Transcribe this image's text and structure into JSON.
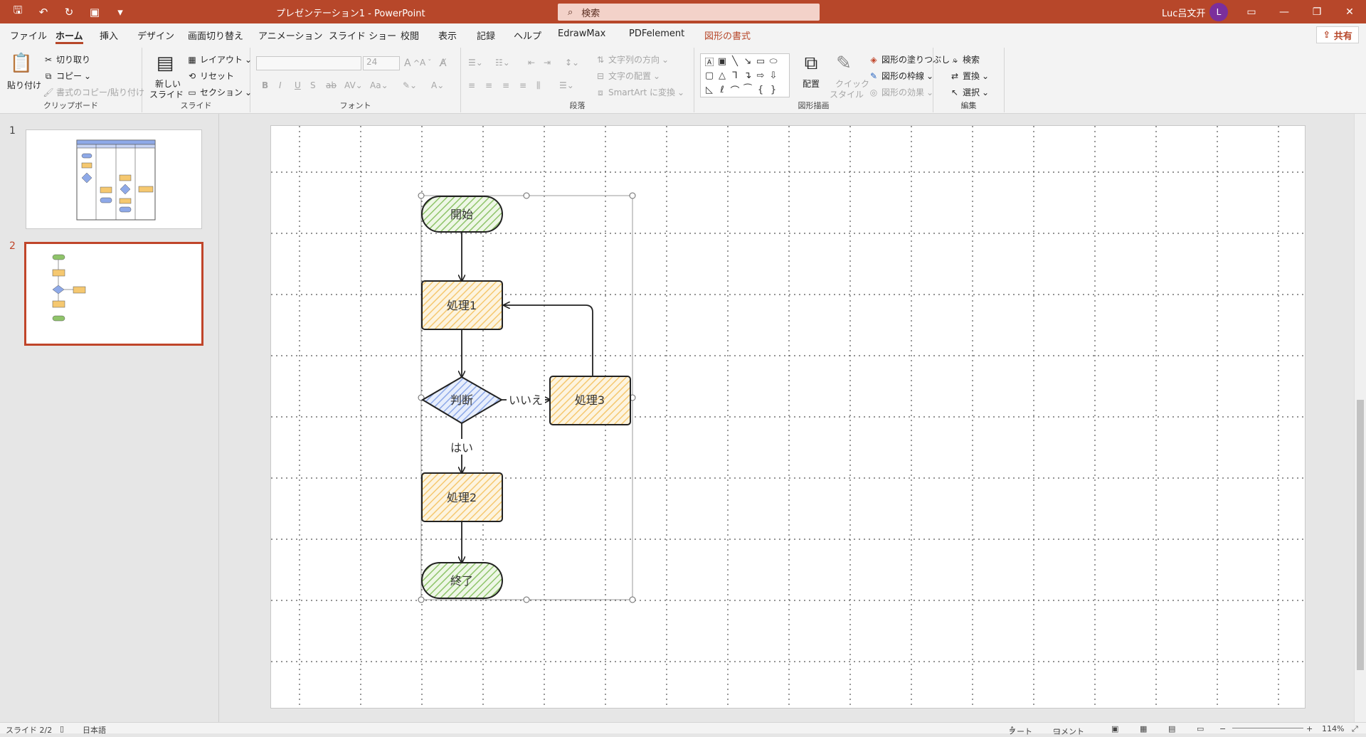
{
  "app": {
    "document_title": "プレゼンテーション1  -  PowerPoint",
    "search_placeholder": "検索",
    "user_name": "Luc吕文开",
    "user_initial": "L"
  },
  "tabs": [
    {
      "label": "ファイル"
    },
    {
      "label": "ホーム"
    },
    {
      "label": "挿入"
    },
    {
      "label": "デザイン"
    },
    {
      "label": "画面切り替え"
    },
    {
      "label": "アニメーション"
    },
    {
      "label": "スライド ショー"
    },
    {
      "label": "校閲"
    },
    {
      "label": "表示"
    },
    {
      "label": "記録"
    },
    {
      "label": "ヘルプ"
    },
    {
      "label": "EdrawMax"
    },
    {
      "label": "PDFelement"
    },
    {
      "label": "図形の書式"
    }
  ],
  "share_label": "共有",
  "ribbon": {
    "clipboard": {
      "paste": "貼り付け",
      "cut": "切り取り",
      "copy": "コピー",
      "format_painter": "書式のコピー/貼り付け",
      "group_label": "クリップボード"
    },
    "slides": {
      "new_slide_line1": "新しい",
      "new_slide_line2": "スライド",
      "layout": "レイアウト",
      "reset": "リセット",
      "section": "セクション",
      "group_label": "スライド"
    },
    "font": {
      "font_name": "",
      "font_size": "24",
      "group_label": "フォント"
    },
    "paragraph": {
      "text_direction": "文字列の方向",
      "align_text": "文字の配置",
      "smartart": "SmartArt に変換",
      "group_label": "段落"
    },
    "drawing": {
      "arrange": "配置",
      "quick_styles_line1": "クイック",
      "quick_styles_line2": "スタイル",
      "shape_fill": "図形の塗りつぶし",
      "shape_outline": "図形の枠線",
      "shape_effects": "図形の効果",
      "group_label": "図形描画"
    },
    "editing": {
      "find": "検索",
      "replace": "置換",
      "select": "選択",
      "group_label": "編集"
    }
  },
  "slides_pane": [
    {
      "number": "1"
    },
    {
      "number": "2"
    }
  ],
  "flowchart": {
    "start": "開始",
    "process1": "処理1",
    "decision": "判断",
    "no_label": "いいえ",
    "process3": "処理3",
    "yes_label": "はい",
    "process2": "処理2",
    "end": "終了"
  },
  "colors": {
    "accent": "#b7472a",
    "terminal_fill": "#8fc46a",
    "process_fill": "#f5c870",
    "decision_fill": "#8ea9e8"
  },
  "status": {
    "slide_count": "スライド 2/2",
    "language": "日本語",
    "notes": "ノート",
    "comments": "コメント",
    "zoom": "114%"
  }
}
